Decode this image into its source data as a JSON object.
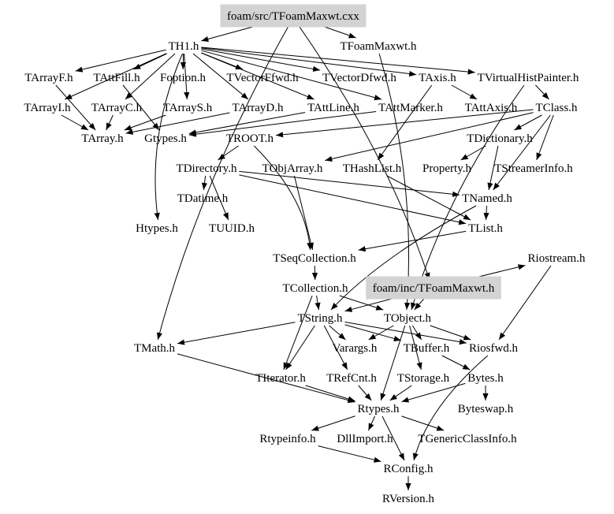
{
  "diagram": {
    "type": "include-dependency-graph",
    "highlight_color": "#d3d3d3",
    "nodes": [
      {
        "id": "src",
        "label": "foam/src/TFoamMaxwt.cxx",
        "highlighted": true
      },
      {
        "id": "TH1",
        "label": "TH1.h"
      },
      {
        "id": "TFoamMaxwt",
        "label": "TFoamMaxwt.h"
      },
      {
        "id": "TArrayF",
        "label": "TArrayF.h"
      },
      {
        "id": "TAttFill",
        "label": "TAttFill.h"
      },
      {
        "id": "Foption",
        "label": "Foption.h"
      },
      {
        "id": "TVectorFfwd",
        "label": "TVectorFfwd.h"
      },
      {
        "id": "TVectorDfwd",
        "label": "TVectorDfwd.h"
      },
      {
        "id": "TAxis",
        "label": "TAxis.h"
      },
      {
        "id": "TVirtualHistPainter",
        "label": "TVirtualHistPainter.h"
      },
      {
        "id": "TArrayI",
        "label": "TArrayI.h"
      },
      {
        "id": "TArrayC",
        "label": "TArrayC.h"
      },
      {
        "id": "TArrayS",
        "label": "TArrayS.h"
      },
      {
        "id": "TArrayD",
        "label": "TArrayD.h"
      },
      {
        "id": "TAttLine",
        "label": "TAttLine.h"
      },
      {
        "id": "TAttMarker",
        "label": "TAttMarker.h"
      },
      {
        "id": "TAttAxis",
        "label": "TAttAxis.h"
      },
      {
        "id": "TClass",
        "label": "TClass.h"
      },
      {
        "id": "TArray",
        "label": "TArray.h"
      },
      {
        "id": "Gtypes",
        "label": "Gtypes.h"
      },
      {
        "id": "TROOT",
        "label": "TROOT.h"
      },
      {
        "id": "TDictionary",
        "label": "TDictionary.h"
      },
      {
        "id": "TDirectory",
        "label": "TDirectory.h"
      },
      {
        "id": "TObjArray",
        "label": "TObjArray.h"
      },
      {
        "id": "THashList",
        "label": "THashList.h"
      },
      {
        "id": "Property",
        "label": "Property.h"
      },
      {
        "id": "TStreamerInfo",
        "label": "TStreamerInfo.h"
      },
      {
        "id": "TDatime",
        "label": "TDatime.h"
      },
      {
        "id": "TNamed",
        "label": "TNamed.h"
      },
      {
        "id": "Htypes",
        "label": "Htypes.h"
      },
      {
        "id": "TUUID",
        "label": "TUUID.h"
      },
      {
        "id": "TList",
        "label": "TList.h"
      },
      {
        "id": "TSeqCollection",
        "label": "TSeqCollection.h"
      },
      {
        "id": "Riostream",
        "label": "Riostream.h"
      },
      {
        "id": "TCollection",
        "label": "TCollection.h"
      },
      {
        "id": "inc",
        "label": "foam/inc/TFoamMaxwt.h",
        "highlighted": true
      },
      {
        "id": "TString",
        "label": "TString.h"
      },
      {
        "id": "TObject",
        "label": "TObject.h"
      },
      {
        "id": "TMath",
        "label": "TMath.h"
      },
      {
        "id": "Varargs",
        "label": "Varargs.h"
      },
      {
        "id": "TBuffer",
        "label": "TBuffer.h"
      },
      {
        "id": "Riosfwd",
        "label": "Riosfwd.h"
      },
      {
        "id": "TIterator",
        "label": "TIterator.h"
      },
      {
        "id": "TRefCnt",
        "label": "TRefCnt.h"
      },
      {
        "id": "TStorage",
        "label": "TStorage.h"
      },
      {
        "id": "Bytes",
        "label": "Bytes.h"
      },
      {
        "id": "Rtypes",
        "label": "Rtypes.h"
      },
      {
        "id": "Byteswap",
        "label": "Byteswap.h"
      },
      {
        "id": "Rtypeinfo",
        "label": "Rtypeinfo.h"
      },
      {
        "id": "DllImport",
        "label": "DllImport.h"
      },
      {
        "id": "TGenericClassInfo",
        "label": "TGenericClassInfo.h"
      },
      {
        "id": "RConfig",
        "label": "RConfig.h"
      },
      {
        "id": "RVersion",
        "label": "RVersion.h"
      }
    ],
    "edges": [
      [
        "src",
        "TH1"
      ],
      [
        "src",
        "TFoamMaxwt"
      ],
      [
        "src",
        "inc"
      ],
      [
        "src",
        "TMath"
      ],
      [
        "TH1",
        "TArrayF"
      ],
      [
        "TH1",
        "TAttFill"
      ],
      [
        "TH1",
        "Foption"
      ],
      [
        "TH1",
        "TVectorFfwd"
      ],
      [
        "TH1",
        "TVectorDfwd"
      ],
      [
        "TH1",
        "TAxis"
      ],
      [
        "TH1",
        "TVirtualHistPainter"
      ],
      [
        "TH1",
        "TArrayI"
      ],
      [
        "TH1",
        "TArrayC"
      ],
      [
        "TH1",
        "TArrayS"
      ],
      [
        "TH1",
        "TArrayD"
      ],
      [
        "TH1",
        "TAttLine"
      ],
      [
        "TH1",
        "TAttMarker"
      ],
      [
        "TH1",
        "Htypes"
      ],
      [
        "TFoamMaxwt",
        "TObject"
      ],
      [
        "TArrayF",
        "TArray"
      ],
      [
        "TArrayI",
        "TArray"
      ],
      [
        "TArrayC",
        "TArray"
      ],
      [
        "TArrayS",
        "TArray"
      ],
      [
        "TArrayD",
        "TArray"
      ],
      [
        "TAttFill",
        "Gtypes"
      ],
      [
        "TAttLine",
        "Gtypes"
      ],
      [
        "TAttMarker",
        "Gtypes"
      ],
      [
        "TAxis",
        "TAttAxis"
      ],
      [
        "TAxis",
        "THashList"
      ],
      [
        "TVirtualHistPainter",
        "TObject"
      ],
      [
        "TVirtualHistPainter",
        "TClass"
      ],
      [
        "TClass",
        "TDictionary"
      ],
      [
        "TClass",
        "TStreamerInfo"
      ],
      [
        "TClass",
        "TROOT"
      ],
      [
        "TClass",
        "TObjArray"
      ],
      [
        "TClass",
        "TNamed"
      ],
      [
        "TROOT",
        "TDirectory"
      ],
      [
        "TROOT",
        "TSeqCollection"
      ],
      [
        "TDirectory",
        "TDatime"
      ],
      [
        "TDirectory",
        "TUUID"
      ],
      [
        "TDirectory",
        "TNamed"
      ],
      [
        "TDirectory",
        "TList"
      ],
      [
        "TDictionary",
        "Property"
      ],
      [
        "TDictionary",
        "TNamed"
      ],
      [
        "TObjArray",
        "TSeqCollection"
      ],
      [
        "THashList",
        "TList"
      ],
      [
        "TNamed",
        "TList"
      ],
      [
        "TNamed",
        "TString"
      ],
      [
        "TList",
        "TSeqCollection"
      ],
      [
        "TSeqCollection",
        "TCollection"
      ],
      [
        "TCollection",
        "TString"
      ],
      [
        "TCollection",
        "TObject"
      ],
      [
        "TCollection",
        "TIterator"
      ],
      [
        "inc",
        "TObject"
      ],
      [
        "inc",
        "TString"
      ],
      [
        "inc",
        "Riostream"
      ],
      [
        "TString",
        "TMath"
      ],
      [
        "TString",
        "Varargs"
      ],
      [
        "TString",
        "TRefCnt"
      ],
      [
        "TString",
        "TBuffer"
      ],
      [
        "TString",
        "Riosfwd"
      ],
      [
        "TString",
        "TIterator"
      ],
      [
        "TObject",
        "Varargs"
      ],
      [
        "TObject",
        "TBuffer"
      ],
      [
        "TObject",
        "Riosfwd"
      ],
      [
        "TObject",
        "TStorage"
      ],
      [
        "TObject",
        "Rtypes"
      ],
      [
        "Riostream",
        "Riosfwd"
      ],
      [
        "TBuffer",
        "Bytes"
      ],
      [
        "TMath",
        "Rtypes"
      ],
      [
        "TRefCnt",
        "Rtypes"
      ],
      [
        "TStorage",
        "Rtypes"
      ],
      [
        "Bytes",
        "Rtypes"
      ],
      [
        "TIterator",
        "Rtypes"
      ],
      [
        "Bytes",
        "Byteswap"
      ],
      [
        "Rtypes",
        "Rtypeinfo"
      ],
      [
        "Rtypes",
        "DllImport"
      ],
      [
        "Rtypes",
        "TGenericClassInfo"
      ],
      [
        "Rtypes",
        "RConfig"
      ],
      [
        "Rtypeinfo",
        "RConfig"
      ],
      [
        "Riosfwd",
        "RConfig"
      ],
      [
        "RConfig",
        "RVersion"
      ]
    ]
  }
}
